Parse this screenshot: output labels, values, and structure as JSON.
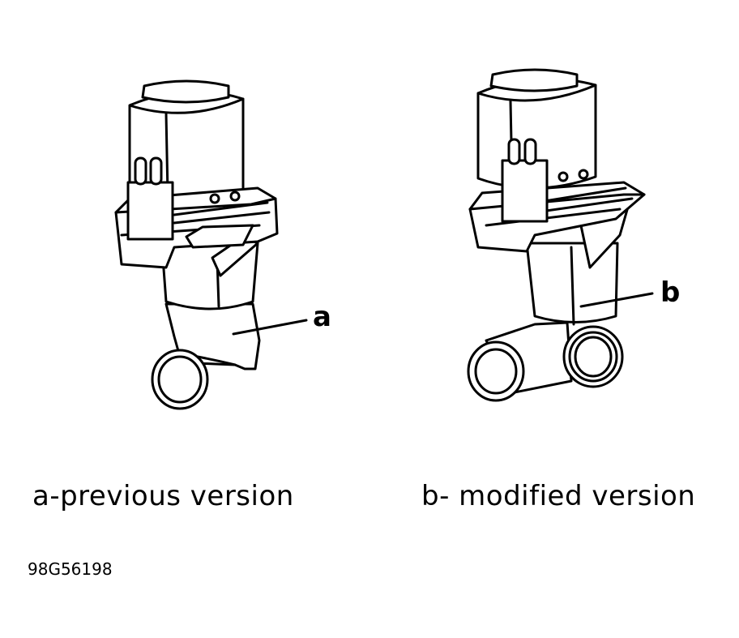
{
  "callouts": {
    "a": "a",
    "b": "b"
  },
  "captions": {
    "a": "a-previous version",
    "b": "b- modified version"
  },
  "figure_code": "98G56198",
  "colors": {
    "line": "#000000",
    "background": "#ffffff"
  }
}
